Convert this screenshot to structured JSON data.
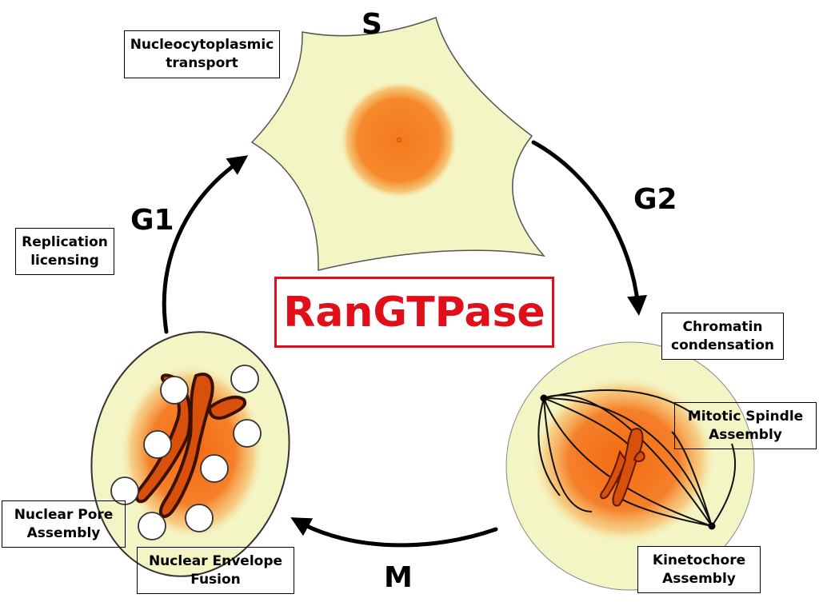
{
  "title": "RanGTPase",
  "colors": {
    "title_red": "#e0101a",
    "cell_fill": "#f4f5c4",
    "nucleus_orange": "#f47a1c",
    "chromosome": "#d8500c",
    "outline": "#000000"
  },
  "phases": {
    "s": "S",
    "g2": "G2",
    "m": "M",
    "g1": "G1"
  },
  "labels": {
    "nucleocytoplasmic": [
      "Nucleocytoplasmic",
      "transport"
    ],
    "replication": [
      "Replication",
      "licensing"
    ],
    "chromatin": [
      "Chromatin",
      "condensation"
    ],
    "spindle": [
      "Mitotic Spindle",
      "Assembly"
    ],
    "kinetochore": [
      "Kinetochore",
      "Assembly"
    ],
    "pore": [
      "Nuclear Pore",
      "Assembly"
    ],
    "envelope": [
      "Nuclear Envelope",
      "Fusion"
    ]
  },
  "icons": {
    "s_cell": "star-shaped-cell-icon",
    "mitotic_cell": "mitotic-cell-icon",
    "telophase_cell": "nuclear-reassembly-cell-icon"
  }
}
